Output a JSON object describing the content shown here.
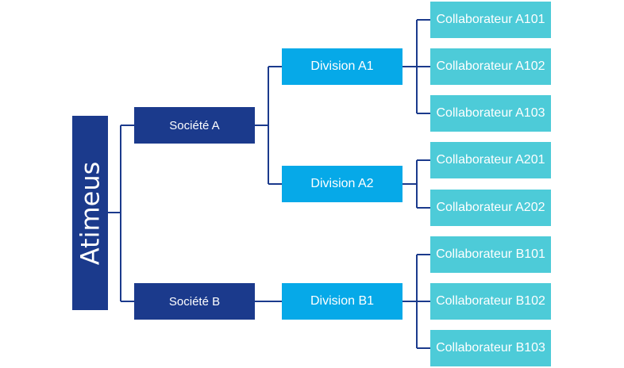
{
  "root": {
    "label": "Atimeus"
  },
  "companies": [
    {
      "label": "Société A",
      "divisions": [
        {
          "label": "Division A1",
          "employees": [
            "Collaborateur A101",
            "Collaborateur A102",
            "Collaborateur A103"
          ]
        },
        {
          "label": "Division A2",
          "employees": [
            "Collaborateur A201",
            "Collaborateur A202"
          ]
        }
      ]
    },
    {
      "label": "Société B",
      "divisions": [
        {
          "label": "Division B1",
          "employees": [
            "Collaborateur B101",
            "Collaborateur B102",
            "Collaborateur B103"
          ]
        }
      ]
    }
  ],
  "colors": {
    "root": "#1b3a8c",
    "company": "#1b3a8c",
    "division": "#06a9e8",
    "employee": "#4dcbd8",
    "connector": "#1b3a8c"
  }
}
